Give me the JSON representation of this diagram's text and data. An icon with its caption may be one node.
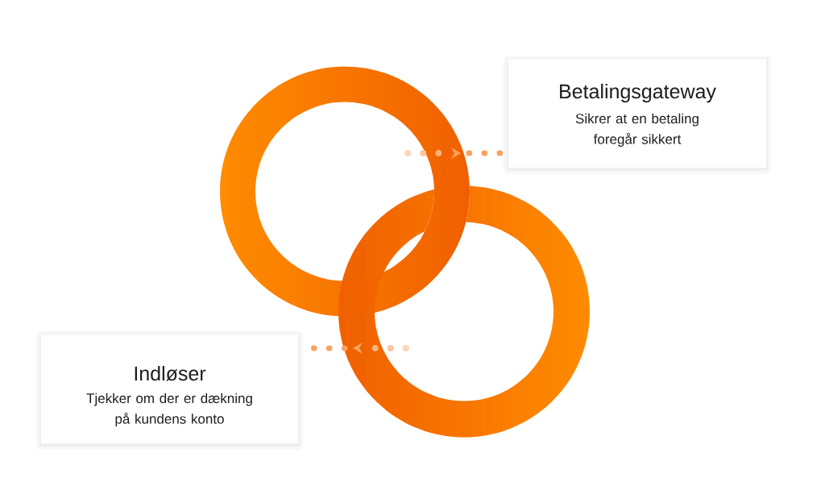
{
  "diagram": {
    "nodes": [
      {
        "text": [
          "Betalingsgateway",
          "Sikrer at en betaling foregår sikkert"
        ]
      },
      {
        "text": [],
        "shape": "ring"
      },
      {
        "text": [],
        "shape": "ring"
      },
      {
        "text": [
          "Indløser",
          "Tjekker om der er dækning på kundens konto"
        ]
      }
    ],
    "edges": [
      {
        "from": 1,
        "to": 0,
        "arrow": "to"
      },
      {
        "from": 2,
        "to": 3,
        "arrow": "to"
      }
    ]
  }
}
